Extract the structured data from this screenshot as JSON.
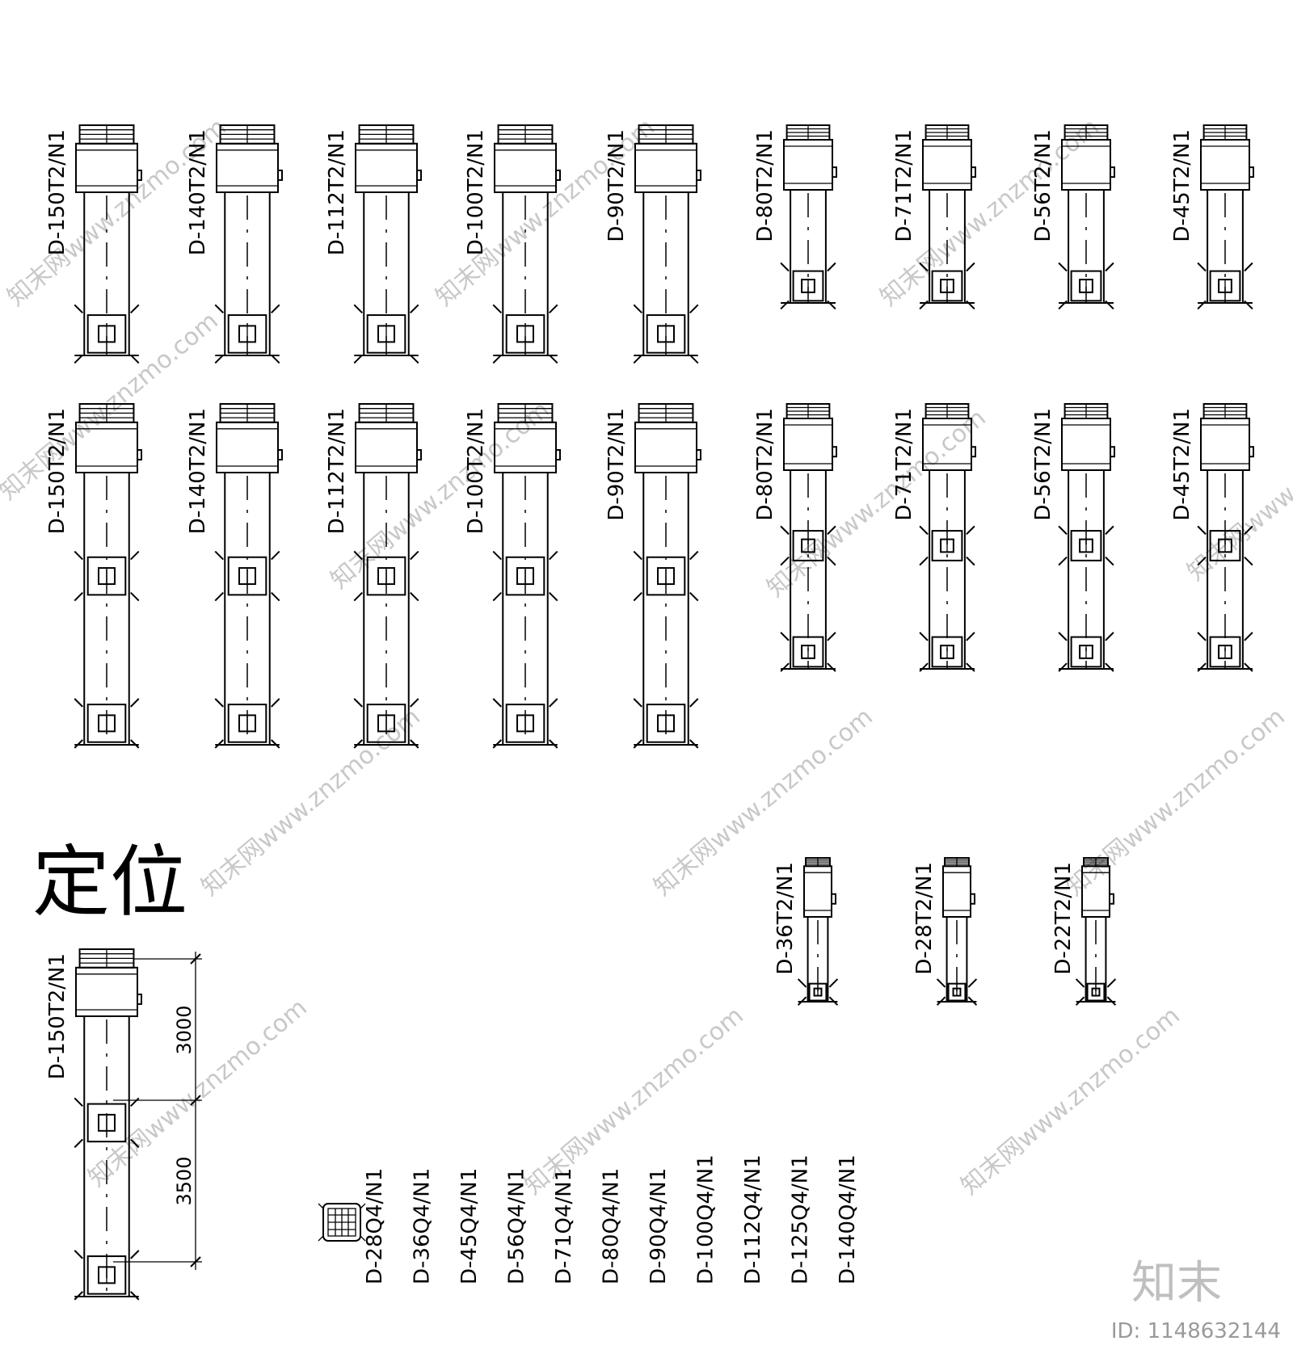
{
  "units_row1": [
    {
      "label": "D-150T2/N1",
      "outlets": 1
    },
    {
      "label": "D-140T2/N1",
      "outlets": 1
    },
    {
      "label": "D-112T2/N1",
      "outlets": 1
    },
    {
      "label": "D-100T2/N1",
      "outlets": 1
    },
    {
      "label": "D-90T2/N1",
      "outlets": 1
    },
    {
      "label": "D-80T2/N1",
      "outlets": 1
    },
    {
      "label": "D-71T2/N1",
      "outlets": 1
    },
    {
      "label": "D-56T2/N1",
      "outlets": 1
    },
    {
      "label": "D-45T2/N1",
      "outlets": 1
    }
  ],
  "units_row2": [
    {
      "label": "D-150T2/N1",
      "outlets": 2
    },
    {
      "label": "D-140T2/N1",
      "outlets": 2
    },
    {
      "label": "D-112T2/N1",
      "outlets": 2
    },
    {
      "label": "D-100T2/N1",
      "outlets": 2
    },
    {
      "label": "D-90T2/N1",
      "outlets": 2
    },
    {
      "label": "D-80T2/N1",
      "outlets": 2
    },
    {
      "label": "D-71T2/N1",
      "outlets": 2
    },
    {
      "label": "D-56T2/N1",
      "outlets": 2
    },
    {
      "label": "D-45T2/N1",
      "outlets": 2
    }
  ],
  "units_row3": [
    {
      "label": "D-36T2/N1",
      "outlets": 1
    },
    {
      "label": "D-28T2/N1",
      "outlets": 1
    },
    {
      "label": "D-22T2/N1",
      "outlets": 1
    }
  ],
  "positioning": {
    "title": "定位",
    "unit_label": "D-150T2/N1",
    "dim_upper": "3000",
    "dim_lower": "3500"
  },
  "cassette_labels": [
    "D-28Q4/N1",
    "D-36Q4/N1",
    "D-45Q4/N1",
    "D-56Q4/N1",
    "D-71Q4/N1",
    "D-80Q4/N1",
    "D-90Q4/N1",
    "D-100Q4/N1",
    "D-112Q4/N1",
    "D-125Q4/N1",
    "D-140Q4/N1"
  ],
  "watermark": {
    "text": "知末网www.znzmo.com"
  },
  "brand": {
    "logo": "知末",
    "id": "ID: 1148632144"
  }
}
